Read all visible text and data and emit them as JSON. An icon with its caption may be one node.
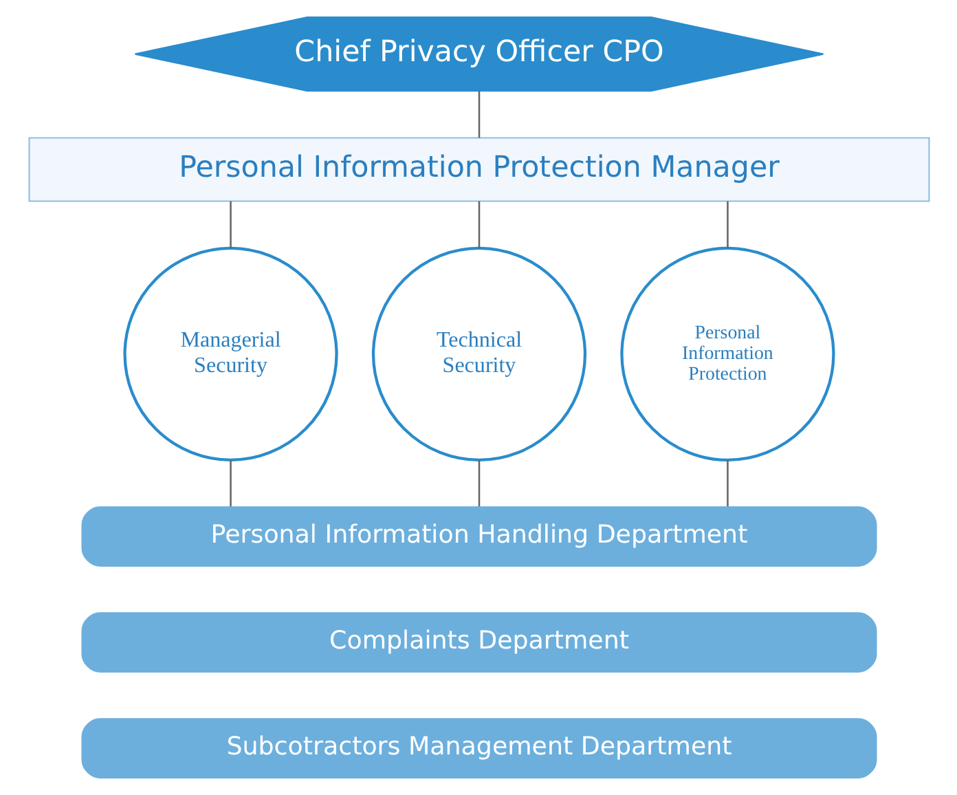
{
  "diagram": {
    "nodes": [
      {
        "text": [
          "Chief Privacy Officer CPO"
        ]
      },
      {
        "text": [
          "Personal Information Protection Manager"
        ]
      },
      {
        "text": [
          "Managerial Security"
        ]
      },
      {
        "text": [
          "Technical Security"
        ]
      },
      {
        "text": [
          "Personal Information Protection"
        ]
      },
      {
        "text": [
          "Personal Information Handling Department"
        ]
      },
      {
        "text": [
          "Complaints Department"
        ]
      },
      {
        "text": [
          "Subcotractors Management Department"
        ]
      }
    ],
    "edges": [
      {
        "from": 0,
        "to": 1,
        "arrow": "none"
      },
      {
        "from": 1,
        "to": 2,
        "arrow": "none"
      },
      {
        "from": 1,
        "to": 3,
        "arrow": "none"
      },
      {
        "from": 1,
        "to": 4,
        "arrow": "none"
      },
      {
        "from": 2,
        "to": 5,
        "arrow": "none"
      },
      {
        "from": 3,
        "to": 5,
        "arrow": "none"
      },
      {
        "from": 4,
        "to": 5,
        "arrow": "none"
      }
    ]
  }
}
